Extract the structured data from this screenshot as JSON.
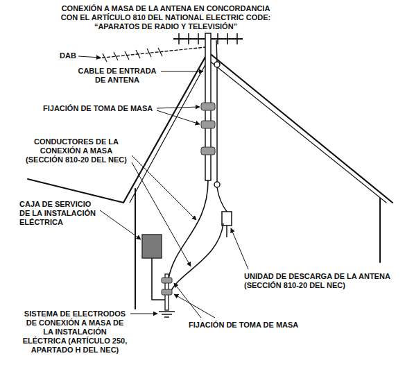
{
  "diagram": {
    "title": "CONEXIÓN A MASA DE LA ANTENA EN CONCORDANCIA CON EL ARTÍCULO 810 DEL NATIONAL ELECTRIC CODE: “APARATOS DE RADIO Y TELEVISIÓN”",
    "labels": [
      "DAB",
      "CABLE DE ENTRADA DE ANTENA",
      "FIJACIÓN DE TOMA DE MASA",
      "CONDUCTORES DE LA CONEXIÓN A MASA (SECCIÓN 810-20 DEL NEC)",
      "CAJA DE SERVICIO DE LA INSTALACIÓN ELÉCTRICA",
      "UNIDAD DE DESCARGA DE LA ANTENA (SECCIÓN 810-20 DEL NEC)",
      "SISTEMA DE ELECTRODOS DE CONEXIÓN A MASA DE LA INSTALACIÓN ELÉCTRICA (ARTÍCULO 250, APARTADO H DEL NEC)",
      "FIJACIÓN DE TOMA DE MASA"
    ]
  }
}
